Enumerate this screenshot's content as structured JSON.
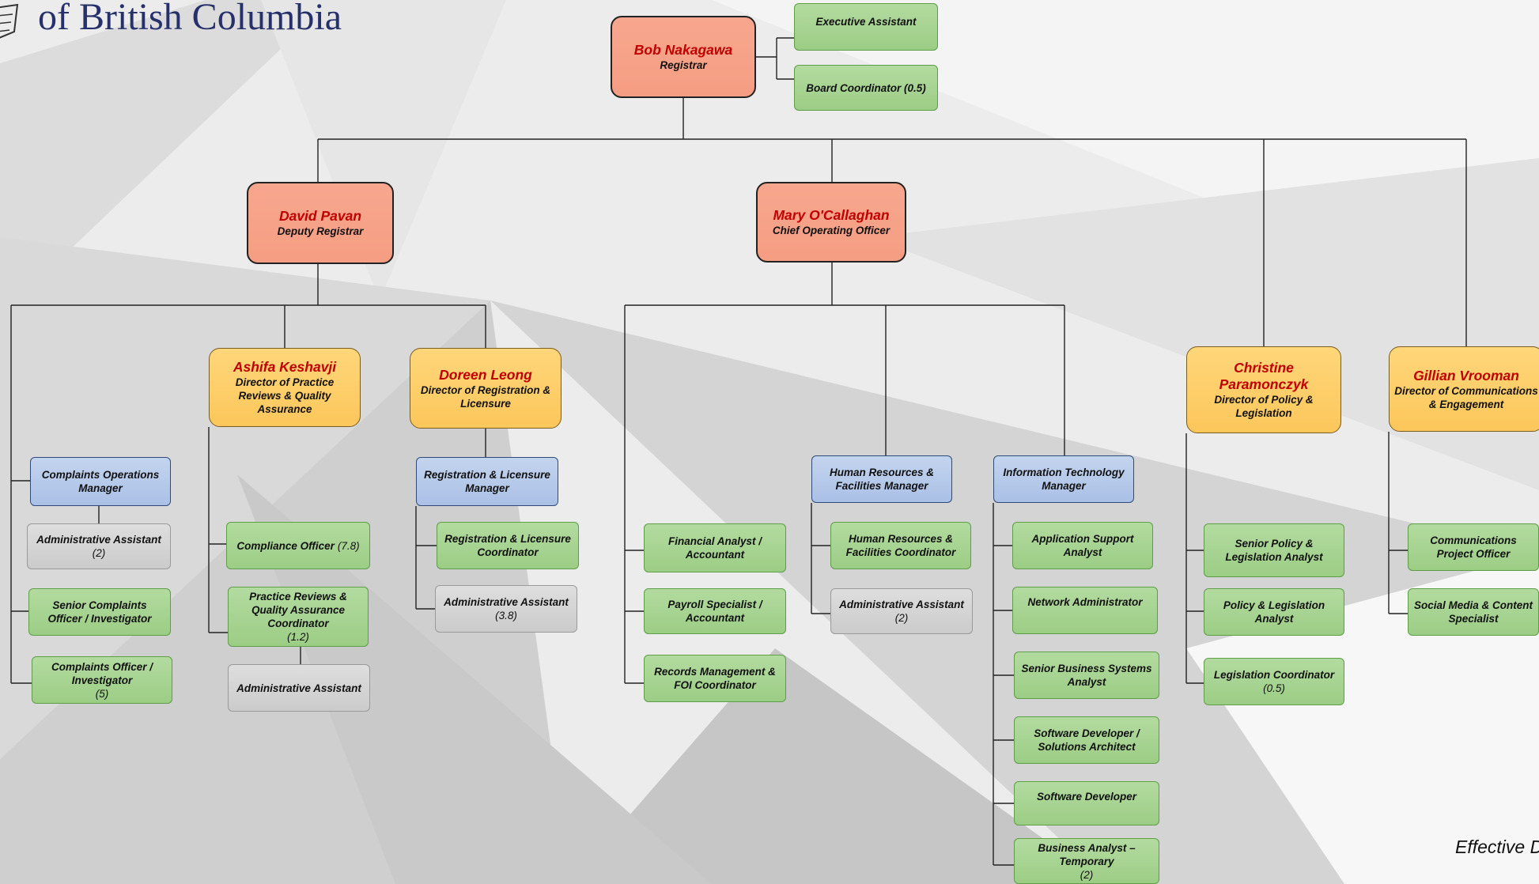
{
  "header": {
    "org_name": "of British Columbia"
  },
  "footer": {
    "effective_text": "Effective D"
  },
  "colors": {
    "executive": "#f59d83",
    "director": "#fcc75b",
    "manager": "#aac0e6",
    "staff": "#9ccd85",
    "admin": "#cbcbcb",
    "name_text": "#c00000",
    "heading_text": "#26306b"
  },
  "chart": {
    "registrar": {
      "name": "Bob Nakagawa",
      "title": "Registrar"
    },
    "executive_assistant": {
      "title": "Executive Assistant"
    },
    "board_coordinator": {
      "title": "Board Coordinator (0.5)"
    },
    "deputy_registrar": {
      "name": "David Pavan",
      "title": "Deputy Registrar"
    },
    "coo": {
      "name": "Mary O'Callaghan",
      "title": "Chief Operating Officer"
    },
    "dir_practice": {
      "name": "Ashifa Keshavji",
      "title": "Director of Practice Reviews & Quality Assurance"
    },
    "dir_registration": {
      "name": "Doreen Leong",
      "title": "Director of Registration & Licensure"
    },
    "dir_policy": {
      "name": "Christine Paramonczyk",
      "title": "Director of Policy & Legislation"
    },
    "dir_comms": {
      "name": "Gillian Vrooman",
      "title": "Director of Communications & Engagement"
    },
    "complaints_mgr": {
      "title": "Complaints Operations Manager"
    },
    "complaints_admin": {
      "title": "Administrative Assistant",
      "count": "(2)"
    },
    "senior_complaints": {
      "title": "Senior Complaints Officer / Investigator"
    },
    "complaints_officer": {
      "title": "Complaints Officer / Investigator",
      "count": "(5)"
    },
    "compliance_officer": {
      "title": "Compliance Officer",
      "count": "(7.8)"
    },
    "practice_coord": {
      "title": "Practice Reviews & Quality Assurance Coordinator",
      "count": "(1.2)"
    },
    "practice_admin": {
      "title": "Administrative Assistant"
    },
    "reg_mgr": {
      "title": "Registration & Licensure Manager"
    },
    "reg_coord": {
      "title": "Registration & Licensure Coordinator"
    },
    "reg_admin": {
      "title": "Administrative Assistant",
      "count": "(3.8)"
    },
    "financial_analyst": {
      "title": "Financial Analyst / Accountant"
    },
    "payroll": {
      "title": "Payroll Specialist / Accountant"
    },
    "records": {
      "title": "Records Management & FOI Coordinator"
    },
    "hr_mgr": {
      "title": "Human Resources & Facilities Manager"
    },
    "hr_coord": {
      "title": "Human Resources & Facilities Coordinator"
    },
    "hr_admin": {
      "title": "Administrative Assistant",
      "count": "(2)"
    },
    "it_mgr": {
      "title": "Information Technology Manager"
    },
    "app_support": {
      "title": "Application Support Analyst"
    },
    "network_admin": {
      "title": "Network Administrator"
    },
    "senior_bsa": {
      "title": "Senior Business Systems Analyst"
    },
    "software_architect": {
      "title": "Software Developer / Solutions Architect"
    },
    "software_dev": {
      "title": "Software Developer"
    },
    "ba_temp": {
      "title": "Business Analyst – Temporary",
      "count": "(2)"
    },
    "senior_policy": {
      "title": "Senior Policy & Legislation Analyst"
    },
    "policy_analyst": {
      "title": "Policy & Legislation Analyst"
    },
    "legislation_coord": {
      "title": "Legislation Coordinator",
      "count": "(0.5)"
    },
    "comms_pm": {
      "title": "Communications Project Officer"
    },
    "social_media": {
      "title": "Social Media & Content Specialist"
    }
  }
}
